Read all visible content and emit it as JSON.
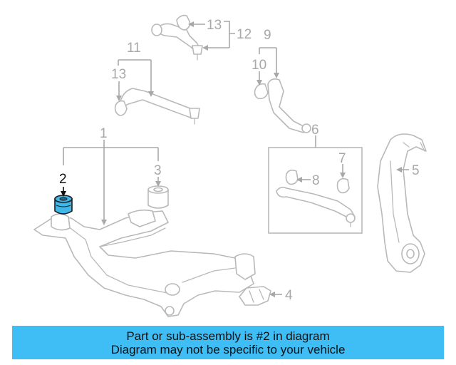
{
  "diagram": {
    "callouts": [
      {
        "id": "1",
        "label": "1"
      },
      {
        "id": "2",
        "label": "2"
      },
      {
        "id": "3",
        "label": "3"
      },
      {
        "id": "4",
        "label": "4"
      },
      {
        "id": "5",
        "label": "5"
      },
      {
        "id": "6",
        "label": "6"
      },
      {
        "id": "7",
        "label": "7"
      },
      {
        "id": "8",
        "label": "8"
      },
      {
        "id": "9",
        "label": "9"
      },
      {
        "id": "10",
        "label": "10"
      },
      {
        "id": "11",
        "label": "11"
      },
      {
        "id": "12",
        "label": "12"
      },
      {
        "id": "13a",
        "label": "13"
      },
      {
        "id": "13b",
        "label": "13"
      }
    ],
    "highlighted_part": "2",
    "colors": {
      "highlight": "#3fb7e9",
      "banner": "#3fbef5",
      "line_art": "#b9b9b9"
    }
  },
  "banner": {
    "line1": "Part or sub-assembly is #2 in diagram",
    "line2": "Diagram may not be specific to your vehicle"
  }
}
